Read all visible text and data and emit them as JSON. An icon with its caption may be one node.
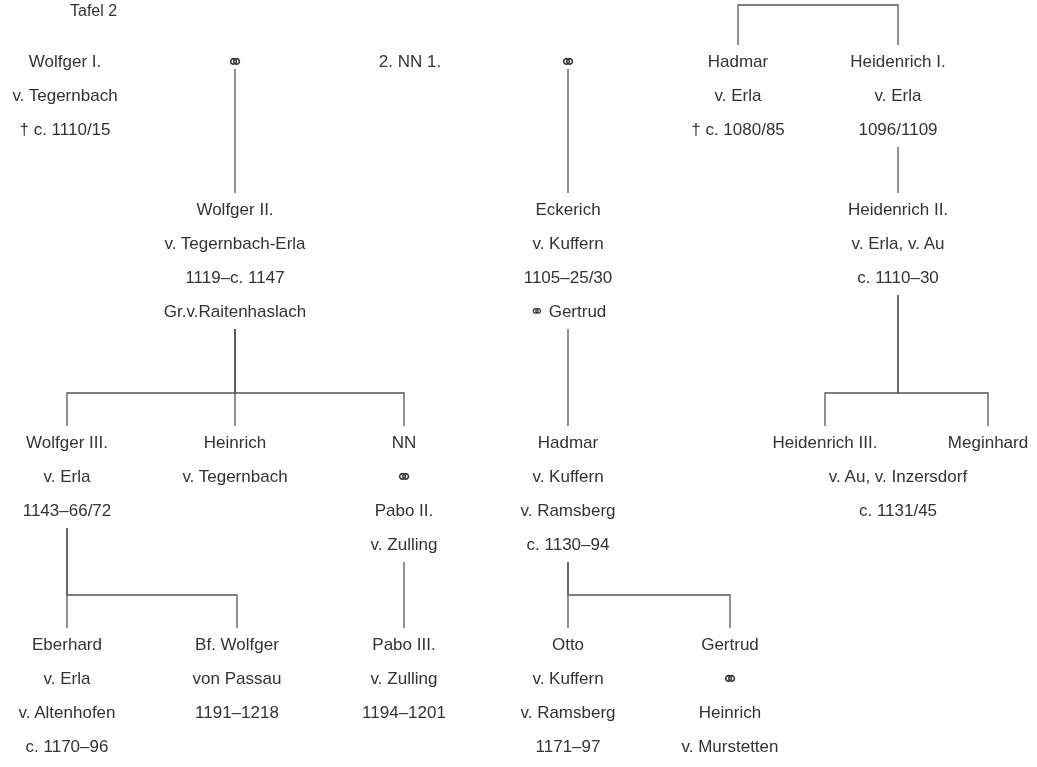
{
  "diagram": {
    "title": "Tafel 2",
    "nodes": [
      {
        "text": [
          "Wolfger I.",
          "v. Tegernbach",
          "† c. 1110/15"
        ]
      },
      {
        "text": [
          "⚭"
        ]
      },
      {
        "text": [
          "2. NN 1."
        ]
      },
      {
        "text": [
          "⚭"
        ]
      },
      {
        "text": [
          "Hadmar",
          "v. Erla",
          "† c. 1080/85"
        ]
      },
      {
        "text": [
          "Heidenrich I.",
          "v. Erla",
          "1096/1109"
        ]
      },
      {
        "text": [
          "Wolfger II.",
          "v. Tegernbach-Erla",
          "1119–c. 1147",
          "Gr.v.Raitenhaslach"
        ]
      },
      {
        "text": [
          "Eckerich",
          "v. Kuffern",
          "1105–25/30",
          "⚭ Gertrud"
        ]
      },
      {
        "text": [
          "Heidenrich II.",
          "v. Erla, v. Au",
          "c. 1110–30"
        ]
      },
      {
        "text": [
          "Wolfger III.",
          "v. Erla",
          "1143–66/72"
        ]
      },
      {
        "text": [
          "Heinrich",
          "v. Tegernbach"
        ]
      },
      {
        "text": [
          "NN",
          "⚭",
          "Pabo II.",
          "v. Zulling"
        ]
      },
      {
        "text": [
          "Hadmar",
          "v. Kuffern",
          "v. Ramsberg",
          "c. 1130–94"
        ]
      },
      {
        "text": [
          "Heidenrich III."
        ]
      },
      {
        "text": [
          "Meginhard"
        ]
      },
      {
        "text": [
          "Eberhard",
          "v. Erla",
          "v. Altenhofen",
          "c. 1170–96"
        ]
      },
      {
        "text": [
          "Bf. Wolfger",
          "von Passau",
          "1191–1218"
        ]
      },
      {
        "text": [
          "Pabo III.",
          "v. Zulling",
          "1194–1201"
        ]
      },
      {
        "text": [
          "Otto",
          "v. Kuffern",
          "v. Ramsberg",
          "1171–97"
        ]
      },
      {
        "text": [
          "Gertrud",
          "⚭",
          "Heinrich",
          "v. Murstetten"
        ]
      }
    ],
    "edges": [
      {
        "from": null,
        "to": 4,
        "arrow": "none"
      },
      {
        "from": null,
        "to": 5,
        "arrow": "none"
      },
      {
        "from": 1,
        "to": 6,
        "arrow": "none"
      },
      {
        "from": 3,
        "to": 7,
        "arrow": "none"
      },
      {
        "from": 5,
        "to": 8,
        "arrow": "none"
      },
      {
        "from": 6,
        "to": 9,
        "arrow": "none"
      },
      {
        "from": 6,
        "to": 10,
        "arrow": "none"
      },
      {
        "from": 6,
        "to": 11,
        "arrow": "none"
      },
      {
        "from": 7,
        "to": 12,
        "arrow": "none"
      },
      {
        "from": 8,
        "to": 13,
        "arrow": "none"
      },
      {
        "from": 8,
        "to": 14,
        "arrow": "none"
      },
      {
        "from": 9,
        "to": 15,
        "arrow": "none"
      },
      {
        "from": 9,
        "to": 16,
        "arrow": "none"
      },
      {
        "from": 11,
        "to": 17,
        "arrow": "none"
      },
      {
        "from": 12,
        "to": 18,
        "arrow": "none"
      },
      {
        "from": 12,
        "to": 19,
        "arrow": "none"
      }
    ],
    "labels": [
      "v. Au, v. Inzersdorf",
      "c. 1131/45"
    ]
  }
}
